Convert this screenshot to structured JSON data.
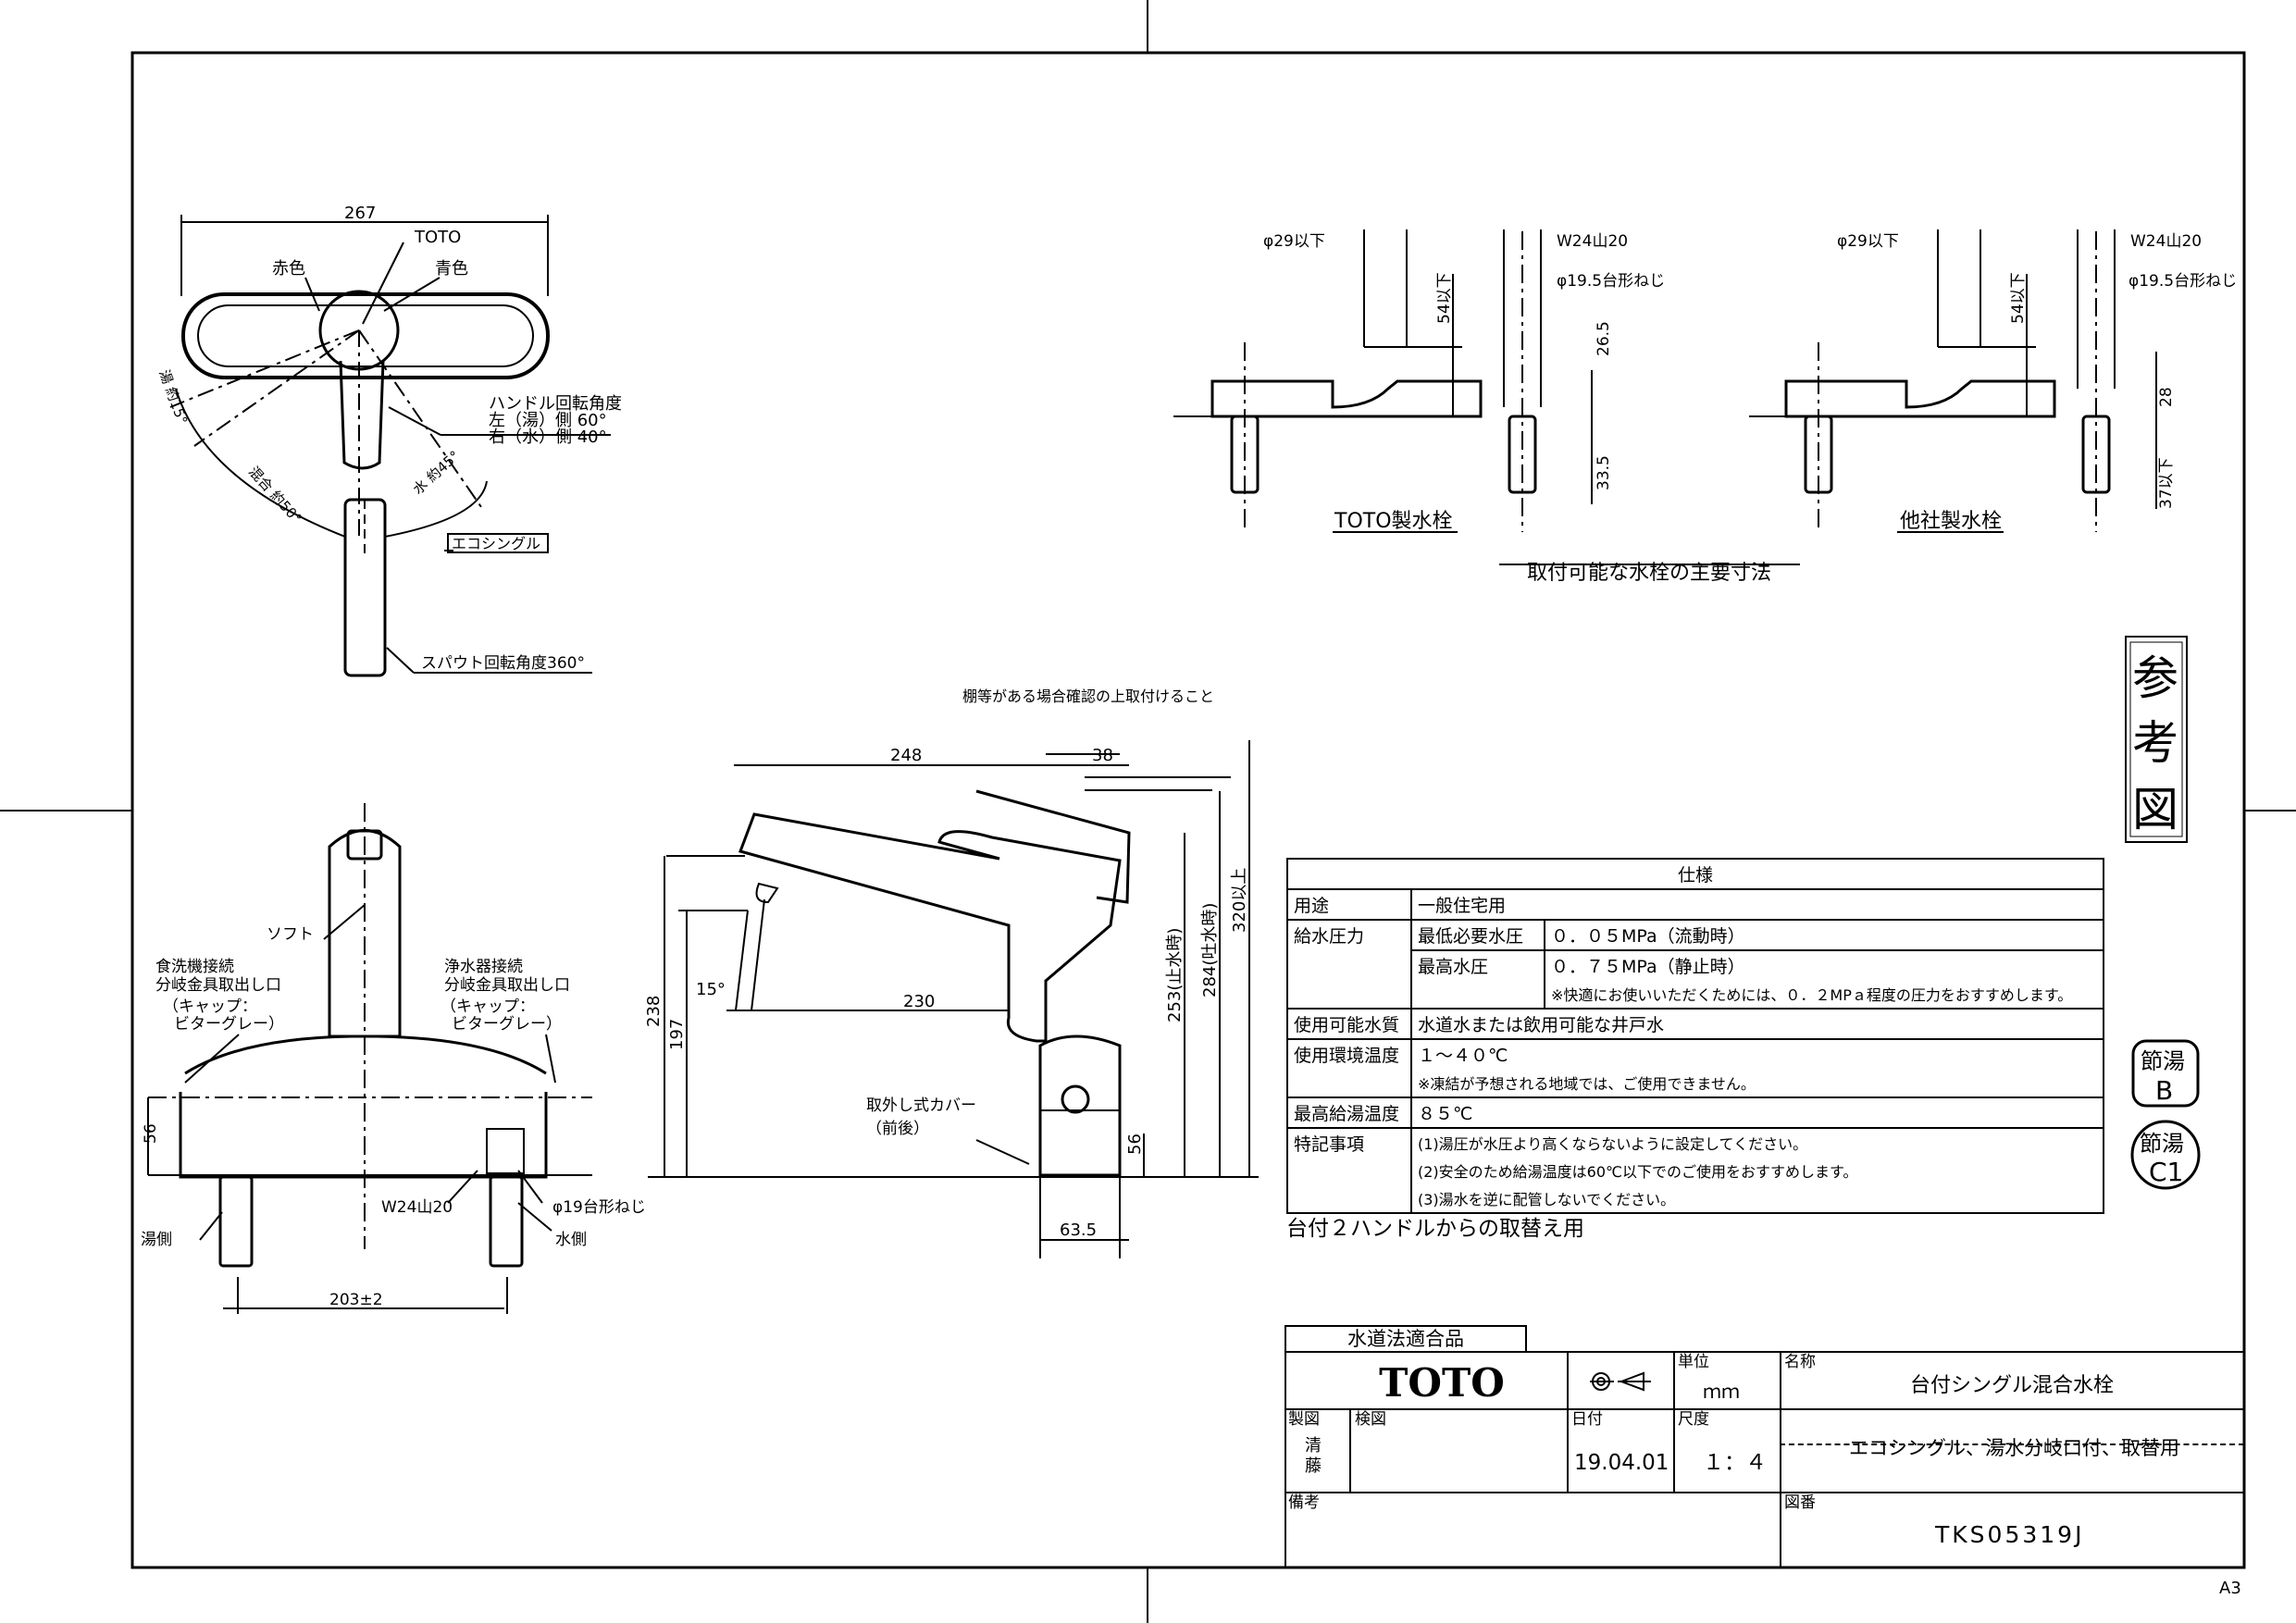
{
  "top_view": {
    "width": "267",
    "brand": "TOTO",
    "red": "赤色",
    "blue": "青色",
    "handle_angle_title": "ハンドル回転角度",
    "handle_angle_left": "左（湯）側 60°",
    "handle_angle_right": "右（水）側 40°",
    "angle_hot": "湯 約15°",
    "angle_mix": "混合 約50°",
    "angle_water": "水 約45°",
    "eco_single": "エコシングル",
    "spout_rotation": "スパウト回転角度360°"
  },
  "front_view": {
    "soft": "ソフト",
    "dishwasher_title": "食洗機接続",
    "dishwasher_line2": "分岐金具取出し口",
    "cap1": "（キャップ：",
    "cap2": "ビターグレー）",
    "purifier_title": "浄水器接続",
    "purifier_line2": "分岐金具取出し口",
    "dim_56": "56",
    "hot_side": "湯側",
    "water_side": "水側",
    "thread_w24": "W24山20",
    "thread_phi19": "φ19台形ねじ",
    "pitch": "203±2"
  },
  "side_view": {
    "shelf_note": "棚等がある場合確認の上取付けること",
    "dim_248": "248",
    "dim_38": "38",
    "dim_230": "230",
    "dim_15deg": "15°",
    "dim_238": "238",
    "dim_197": "197",
    "dim_253": "253(止水時)",
    "dim_284": "284(吐水時)",
    "dim_320": "320以上",
    "dim_56": "56",
    "dim_63_5": "63.5",
    "cover1": "取外し式カバー",
    "cover2": "（前後）"
  },
  "faucet_dims": {
    "phi29": "φ29以下",
    "w24": "W24山20",
    "phi19_5": "φ19.5台形ねじ",
    "d54": "54以下",
    "d26_5": "26.5",
    "d33_5": "33.5",
    "d28": "28",
    "d37": "37以下",
    "toto_label": "TOTO製水栓",
    "other_label": "他社製水栓",
    "caption": "取付可能な水栓の主要寸法"
  },
  "stamp": {
    "c1": "参",
    "c2": "考",
    "c3": "図"
  },
  "badges": {
    "b1_top": "節湯",
    "b1_bottom": "B",
    "b2_top": "節湯",
    "b2_bottom": "C1"
  },
  "spec": {
    "title": "仕様",
    "use_label": "用途",
    "use_value": "一般住宅用",
    "pressure_label": "給水圧力",
    "min_label": "最低必要水圧",
    "min_value": "０．０５MPa（流動時）",
    "max_label": "最高水圧",
    "max_value": "０．７５MPa（静止時）",
    "pressure_note": "※快適にお使いいただくためには、０．２MPａ程度の圧力をおすすめします。",
    "water_label": "使用可能水質",
    "water_value": "水道水または飲用可能な井戸水",
    "temp_label": "使用環境温度",
    "temp_value": "１～４０℃",
    "temp_note": "※凍結が予想される地域では、ご使用できません。",
    "hot_label": "最高給湯温度",
    "hot_value": "８５℃",
    "notes_label": "特記事項",
    "note1": "(1)湯圧が水圧より高くならないように設定してください。",
    "note2": "(2)安全のため給湯温度は60℃以下でのご使用をおすすめします。",
    "note3": "(3)湯水を逆に配管しないでください。"
  },
  "replace_note": "台付２ハンドルからの取替え用",
  "title_block": {
    "water_law": "水道法適合品",
    "logo": "TOTO",
    "unit_label": "単位",
    "unit_value": "ｍｍ",
    "name_label": "名称",
    "name_value": "台付シングル混合水栓",
    "drawn_label": "製図",
    "drawn_value": "清藤",
    "checked_label": "検図",
    "date_label": "日付",
    "date_value": "19.04.01",
    "scale_label": "尺度",
    "scale_value": "１：４",
    "desc_value": "エコシングル、湯水分岐口付、取替用",
    "remarks_label": "備考",
    "drawing_no_label": "図番",
    "drawing_no_value": "TKS05319J"
  },
  "paper_size": "A3"
}
